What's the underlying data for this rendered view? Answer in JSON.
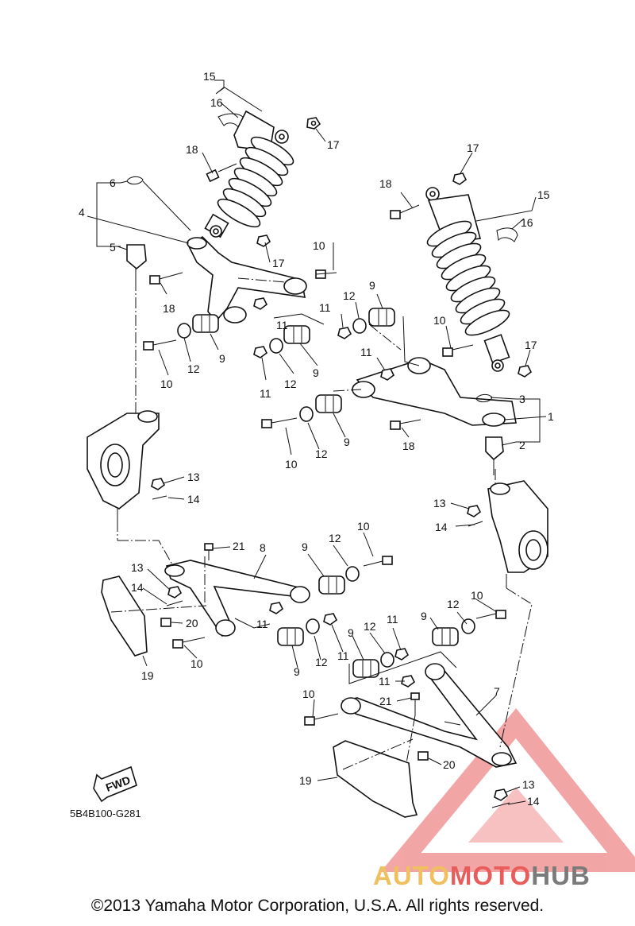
{
  "diagram": {
    "code": "5B4B100-G281",
    "fwd_label": "FWD",
    "copyright": "©2013 Yamaha Motor Corporation, U.S.A. All rights reserved.",
    "labels": [
      "15",
      "16",
      "17",
      "18",
      "6",
      "4",
      "5",
      "17",
      "10",
      "18",
      "11",
      "9",
      "12",
      "9",
      "12",
      "10",
      "12",
      "11",
      "9",
      "11",
      "9",
      "12",
      "10",
      "17",
      "18",
      "17",
      "15",
      "16",
      "10",
      "11",
      "3",
      "1",
      "18",
      "2",
      "9",
      "12",
      "10",
      "13",
      "14",
      "13",
      "14",
      "21",
      "8",
      "10",
      "12",
      "9",
      "13",
      "14",
      "20",
      "11",
      "10",
      "19",
      "9",
      "12",
      "11",
      "9",
      "12",
      "11",
      "10",
      "12",
      "9",
      "11",
      "21",
      "10",
      "7",
      "19",
      "20",
      "13",
      "14"
    ]
  },
  "watermark": {
    "part1": "AUTO",
    "part2": "MOTO",
    "part3": "HUB",
    "colors": {
      "red": "#e85c5c",
      "gold": "#f0c060",
      "gray": "#7a7a7a"
    }
  }
}
